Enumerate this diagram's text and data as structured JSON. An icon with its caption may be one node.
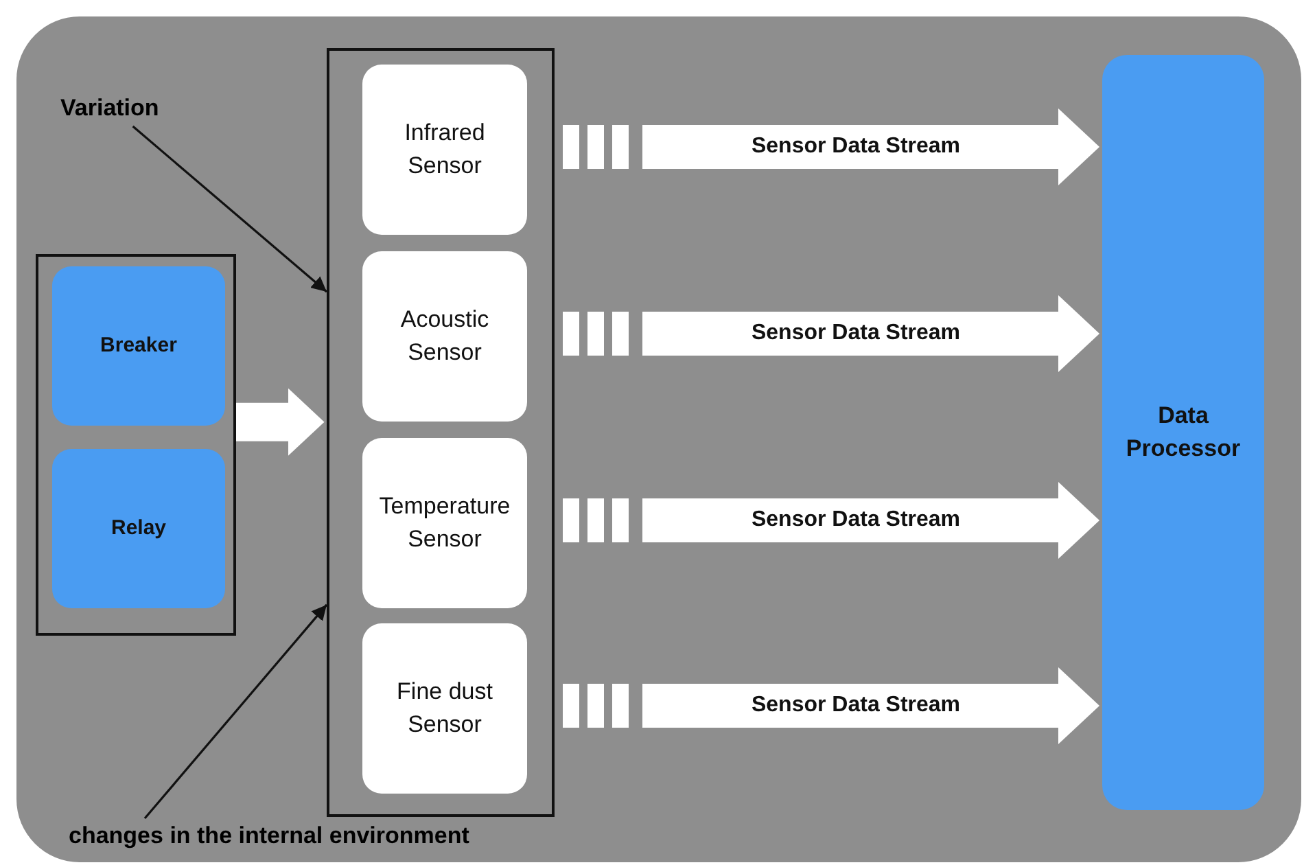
{
  "diagram": {
    "nodes": [
      {
        "text": [],
        "shape": "box"
      },
      {
        "text": [
          "Breaker"
        ],
        "in": 0
      },
      {
        "text": [
          "Relay"
        ],
        "in": 0
      },
      {
        "text": [],
        "shape": "box"
      },
      {
        "text": [
          "Infrared Sensor"
        ],
        "in": 3
      },
      {
        "text": [
          "Acoustic Sensor"
        ],
        "in": 3
      },
      {
        "text": [
          "Temperature Sensor"
        ],
        "in": 3
      },
      {
        "text": [
          "Fine dust Sensor"
        ],
        "in": 3
      },
      {
        "text": [
          "Data Processor"
        ]
      },
      {
        "text": [
          "Variation"
        ]
      },
      {
        "text": [
          "changes in the internal environment"
        ]
      }
    ],
    "edges": [
      {
        "from": 0,
        "to": 3,
        "arrow": "to"
      },
      {
        "from": 4,
        "to": 8,
        "arrow": "to",
        "label": "Sensor Data Stream",
        "style": "dashed"
      },
      {
        "from": 5,
        "to": 8,
        "arrow": "to",
        "label": "Sensor Data Stream",
        "style": "dashed"
      },
      {
        "from": 6,
        "to": 8,
        "arrow": "to",
        "label": "Sensor Data Stream",
        "style": "dashed"
      },
      {
        "from": 7,
        "to": 8,
        "arrow": "to",
        "label": "Sensor Data Stream",
        "style": "dashed"
      },
      {
        "from": 9,
        "to": 3,
        "arrow": "to",
        "color": "#111111"
      },
      {
        "from": 10,
        "to": 3,
        "arrow": "to",
        "color": "#111111"
      }
    ]
  }
}
